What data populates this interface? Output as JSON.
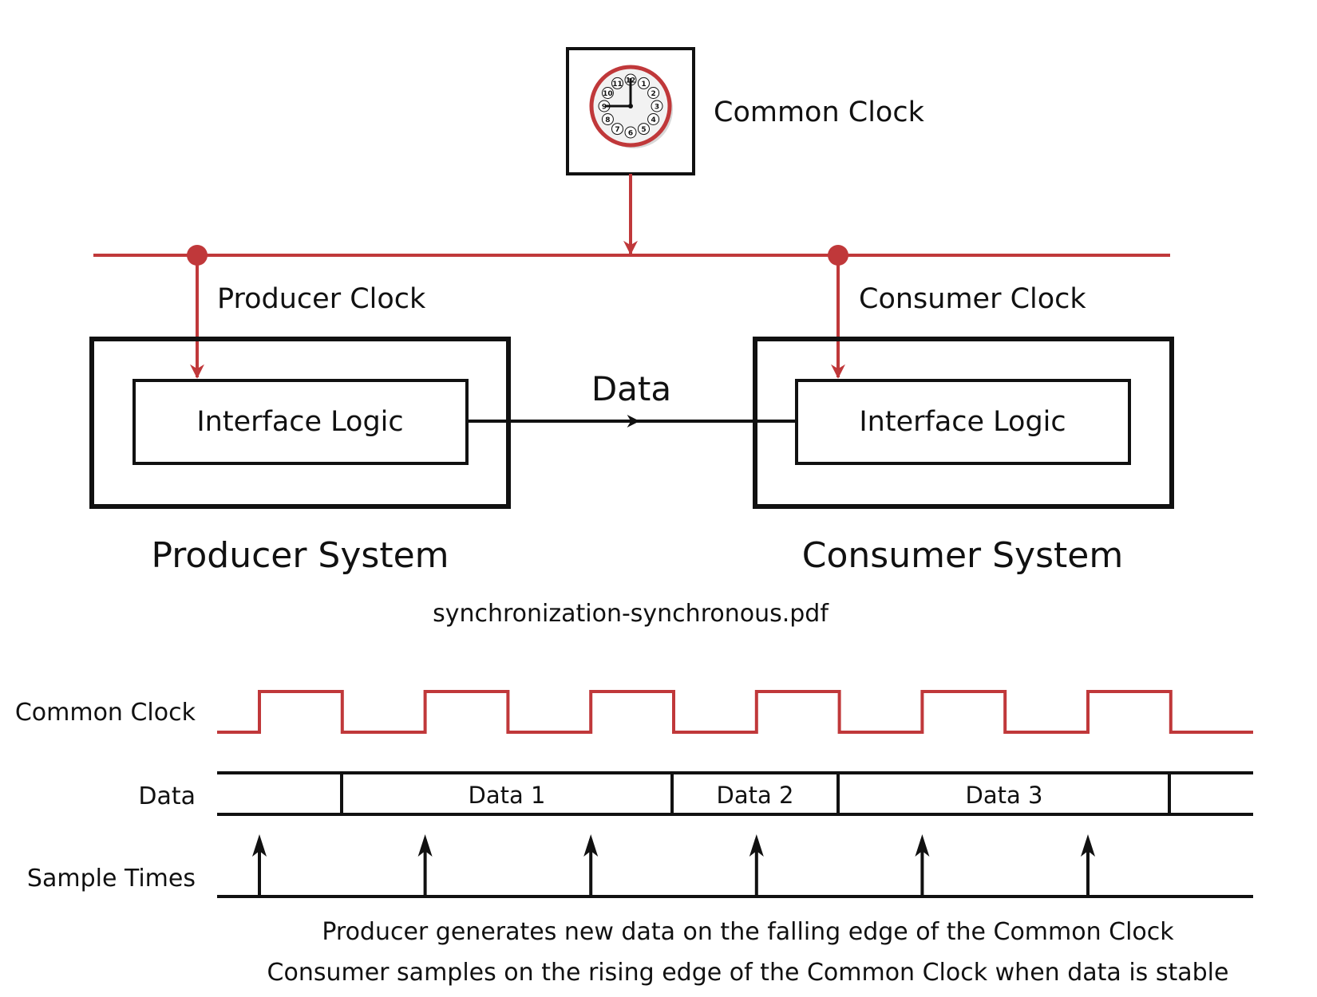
{
  "colors": {
    "accent": "#c0383a",
    "ink": "#111111",
    "background": "#ffffff"
  },
  "top_diagram": {
    "common_clock_label": "Common Clock",
    "clock_icon": "wall-clock-icon",
    "clock_numbers": [
      "12",
      "1",
      "2",
      "3",
      "4",
      "5",
      "6",
      "7",
      "8",
      "9",
      "10",
      "11"
    ],
    "producer_clock_label": "Producer Clock",
    "consumer_clock_label": "Consumer Clock",
    "data_label": "Data",
    "producer_interface_label": "Interface Logic",
    "consumer_interface_label": "Interface Logic",
    "producer_system_label": "Producer System",
    "consumer_system_label": "Consumer System",
    "file_caption": "synchronization-synchronous.pdf"
  },
  "timing_diagram": {
    "rows": {
      "clock_label": "Common Clock",
      "data_label": "Data",
      "samples_label": "Sample Times"
    },
    "clock_periods": 6,
    "data_segments": [
      "Data 1",
      "Data 2",
      "Data 3"
    ],
    "notes": [
      "Producer generates new data on the falling edge of the Common Clock",
      "Consumer samples on the rising edge of the Common Clock when data is stable"
    ]
  }
}
